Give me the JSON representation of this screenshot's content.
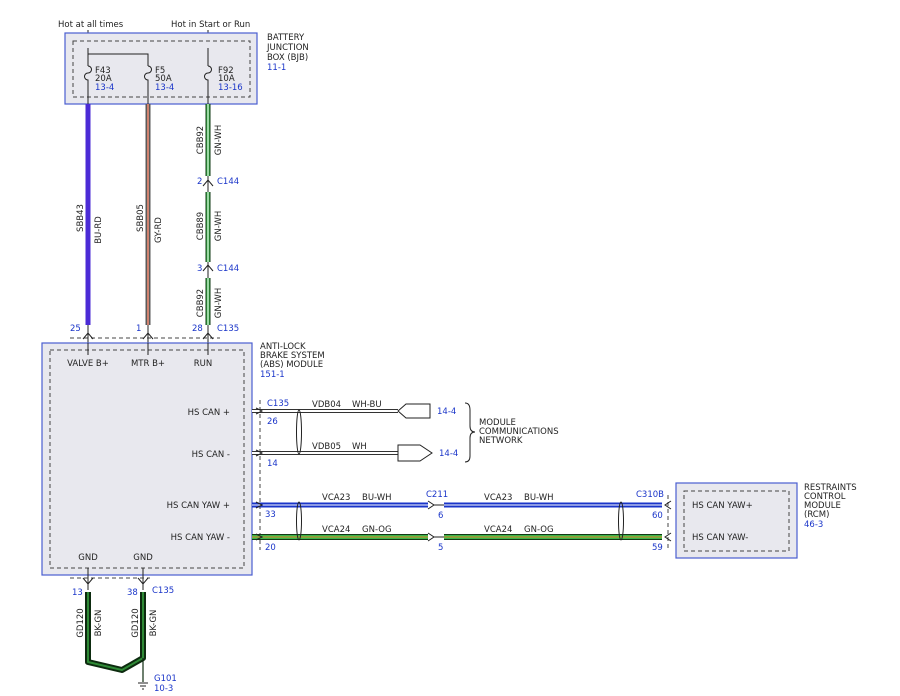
{
  "top_labels": {
    "hot_at_all_times": "Hot at all times",
    "hot_in_start_or_run": "Hot in Start or Run"
  },
  "bjb": {
    "title_lines": [
      "BATTERY",
      "JUNCTION",
      "BOX (BJB)"
    ],
    "ref": "11-1",
    "fuses": [
      {
        "name": "F43",
        "rating": "20A",
        "ref": "13-4"
      },
      {
        "name": "F5",
        "rating": "50A",
        "ref": "13-4"
      },
      {
        "name": "F92",
        "rating": "10A",
        "ref": "13-16"
      }
    ]
  },
  "wires": {
    "sbb43": {
      "circuit": "SBB43",
      "color": "BU-RD"
    },
    "sbb05": {
      "circuit": "SBB05",
      "color": "GY-RD"
    },
    "cbb92_top": {
      "circuit": "CBB92",
      "color": "GN-WH"
    },
    "cbb89": {
      "circuit": "CBB89",
      "color": "GN-WH"
    },
    "cbb92_bottom": {
      "circuit": "CBB92",
      "color": "GN-WH"
    },
    "gd120_a": {
      "circuit": "GD120",
      "color": "BK-GN"
    },
    "gd120_b": {
      "circuit": "GD120",
      "color": "BK-GN"
    },
    "vdb04": {
      "circuit": "VDB04",
      "color": "WH-BU"
    },
    "vdb05": {
      "circuit": "VDB05",
      "color": "WH"
    },
    "vca23_a": {
      "circuit": "VCA23",
      "color": "BU-WH"
    },
    "vca23_b": {
      "circuit": "VCA23",
      "color": "BU-WH"
    },
    "vca24_a": {
      "circuit": "VCA24",
      "color": "GN-OG"
    },
    "vca24_b": {
      "circuit": "VCA24",
      "color": "GN-OG"
    }
  },
  "c144": {
    "name": "C144",
    "pin_a": "2",
    "pin_b": "3"
  },
  "abs_top_pins": {
    "valve": "25",
    "mtr": "1",
    "run": "28",
    "connector": "C135"
  },
  "abs": {
    "title_lines": [
      "ANTI-LOCK",
      "BRAKE SYSTEM",
      "(ABS) MODULE"
    ],
    "ref": "151-1",
    "valve_b": "VALVE B+",
    "mtr_b": "MTR B+",
    "run": "RUN",
    "hs_can_plus": "HS CAN +",
    "hs_can_minus": "HS CAN -",
    "hs_can_yaw_plus": "HS CAN YAW +",
    "hs_can_yaw_minus": "HS CAN YAW -",
    "gnd1": "GND",
    "gnd2": "GND"
  },
  "abs_right_pins": {
    "connector": "C135",
    "p26": "26",
    "p14": "14",
    "p33": "33",
    "p20": "20"
  },
  "destinations": {
    "dest1": "14-4",
    "dest2": "14-4"
  },
  "network": {
    "lines": [
      "MODULE",
      "COMMUNICATIONS",
      "NETWORK"
    ]
  },
  "c211": {
    "name": "C211",
    "pin_6": "6",
    "pin_5": "5"
  },
  "rcm": {
    "connector": "C310B",
    "pin_60": "60",
    "pin_59": "59",
    "title_lines": [
      "RESTRAINTS",
      "CONTROL",
      "MODULE",
      "(RCM)"
    ],
    "ref": "46-3",
    "yaw_plus": "HS CAN YAW+",
    "yaw_minus": "HS CAN YAW-"
  },
  "ground_pins": {
    "p13": "13",
    "p38": "38",
    "connector": "C135"
  },
  "ground": {
    "name": "G101",
    "ref": "10-3"
  },
  "colors": {
    "accent_blue": "#1a35c9",
    "wire_blue": "#4b2bd6",
    "wire_gray_red": "#b0685a",
    "wire_green": "#3ab54a",
    "wire_dark_green": "#123a14",
    "box_fill": "#e8e8ee"
  }
}
